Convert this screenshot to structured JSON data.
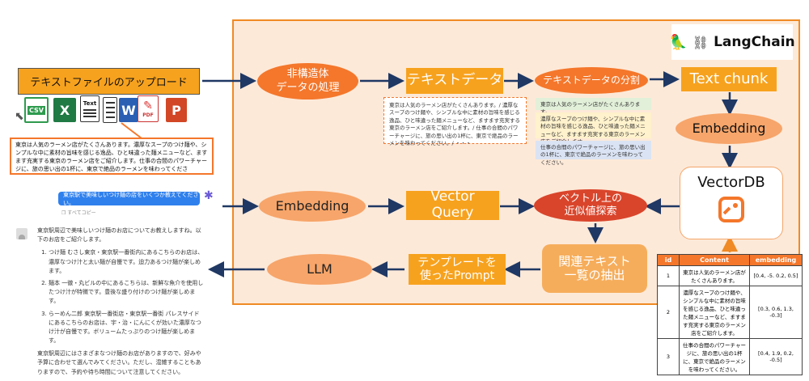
{
  "upload_banner": "テキストファイルのアップロード",
  "file_icons": [
    "csv-icon",
    "excel-icon",
    "text-icon",
    "doc-lines-icon",
    "word-icon",
    "pdf-icon",
    "powerpoint-icon"
  ],
  "file_icon_labels": {
    "csv": "CSV",
    "text": "Text",
    "pdf": "PDF"
  },
  "source_text": "東京は人気のラーメン店がたくさんあります。濃厚なスープのつけ麺や、シンプルな中に素材の旨味を感じる逸品、ひと味違った麺メニューなど、ますます充実する東京のラーメン店をご紹介します。仕事の合間のパワーチャージに、旅の思い出の1杯に、東京で絶品のラーメンを味わってください。・・・",
  "brand": "LangChain",
  "nodes": {
    "unstructured": "非構造体\nデータの処理",
    "text_data": "テキストデータ",
    "split": "テキストデータの分割",
    "text_chunk": "Text chunk",
    "embedding_top": "Embedding",
    "vectordb": "VectorDB",
    "embedding_query": "Embedding",
    "vector_query": "Vector\nQuery",
    "similarity": "ベクトル上の\n近似値探索",
    "extract": "関連テキスト\n一覧の抽出",
    "template": "テンプレートを\n使ったPrompt",
    "llm": "LLM"
  },
  "dotted_note": "東京は人気のラーメン店がたくさんあります。/ 濃厚なスープのつけ麺や、シンプルな中に素材の旨味を感じる逸品、ひと味違った麺メニューなど、ますます充実する東京のラーメン店をご紹介します。/ 仕事の合間のパワーチャージに、旅の思い出の1杯に、東京で絶品のラーメンを味わってください。/ ・・・",
  "chunks": [
    "東京は人気のラーメン店がたくさんあります。",
    "濃厚なスープのつけ麺や、シンプルな中に素材の旨味を感じる逸品、ひと味違った麺メニューなど、ますます充実する東京のラーメン店をご紹介します。",
    "仕事の合間のパワーチャージに、旅の思い出の1杯に、東京で絶品のラーメンを味わってください。"
  ],
  "chunk_colors": [
    "#e2f0d9",
    "#fff2cc",
    "#dae3f3"
  ],
  "table": {
    "headers": [
      "id",
      "Content",
      "embedding"
    ],
    "rows": [
      [
        "1",
        "東京は人気のラーメン店がたくさんあります。",
        "[0.4, -5. 0.2, 0.5]"
      ],
      [
        "2",
        "濃厚なスープのつけ麺や、シンプルな中に素材の旨味を感じる逸品、ひと味違った麺メニューなど、ますます充実する東京のラーメン店をご紹介します。",
        "[0.3, 0.6, 1.3, -0.3]"
      ],
      [
        "3",
        "仕事の合間のパワーチャージに、旅の思い出の1杯に、東京で絶品のラーメンを味わってください。",
        "[0.4, 1.9, 0.2, -0.5]"
      ]
    ]
  },
  "chat": {
    "user_message": "東京駅で美味しいつけ麺の店をいくつか教えてください。",
    "copy_label": "すべてコピー",
    "answer_intro": "東京駅周辺で美味しいつけ麺のお店についてお教えしますね。以下のお店をご紹介します。",
    "answer_items": [
      "つけ麺 むさし東京・東京駅一番街内にあるこちらのお店は、濃厚なつけ汁と太い麺が自慢です。迫力あるつけ麺が楽しめます。",
      "麺本 一徹・丸ビルの中にあるこちらは、新鮮な魚介を使用したつけ汁が特徴です。豊後な盛り付けのつけ麺が楽しめます。",
      "らーめん二郎 東京駅一番街店・東京駅一番街 パレスサイドにあるこちらのお店は、宇・治・にんにくが効いた濃厚なつけ汁が自慢です。ボリュームたっぷりのつけ麺が楽しめます。"
    ],
    "answer_outro": "東京駅周辺にはさまざまなつけ麺のお店がありますので、好みや予算に合わせて選んでみてください。ただし、混雑することもありますので、予約や待ち時間について注意してください。"
  },
  "colors": {
    "accent": "#f4772b",
    "panel": "#fde9d8",
    "arrow": "#1f3864",
    "rect": "#f7a21e",
    "red": "#d9452b"
  }
}
